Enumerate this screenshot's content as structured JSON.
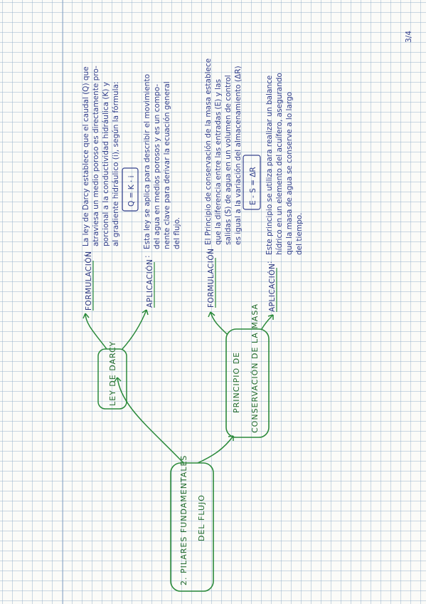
{
  "page_number": "3/4",
  "root": {
    "number": "2.",
    "line1": "PILARES FUNDAMENTALES",
    "line2": "DEL FLUJO"
  },
  "branches": [
    {
      "title": "LEY DE DARCY",
      "formulacion_label": "FORMULACIÓN",
      "formulacion_lines": [
        "La ley de Darcy establece que el caudal (Q) que",
        "atraviesa un medio poroso es directamente pro-",
        "porcional a la conductividad hidráulica (K) y",
        "al gradiente hidráulico (i), según la fórmula:"
      ],
      "formula": "Q = K · i",
      "aplicacion_label": "APLICACIÓN",
      "aplicacion_lines": [
        "Esta ley se aplica para describir el movimiento",
        "del agua en medios porosos y es un compo-",
        "nente clave para derivar la ecuación general",
        "del flujo."
      ]
    },
    {
      "title_line1": "PRINCIPIO DE",
      "title_line2": "CONSERVACIÓN DE LA MASA",
      "formulacion_label": "FORMULACIÓN",
      "formulacion_lines": [
        "El Principio de conservación de la masa establece",
        "que la diferencia entre las entradas (E) y las",
        "salidas (S) de agua en un volumen de control",
        "es igual a la variación del almacenamiento (ΔR)"
      ],
      "formula": "E - S = ΔR",
      "aplicacion_label": "APLICACIÓN",
      "aplicacion_lines": [
        "Este principio se utiliza para realizar un balance",
        "hídrico en un elemento del acuífero, asegurando",
        "que la masa de agua se conserve a lo largo",
        "del tiempo."
      ]
    }
  ],
  "colors": {
    "ink_green": "#2a8a3a",
    "ink_blue": "#33408c",
    "grid": "#8caac8"
  }
}
